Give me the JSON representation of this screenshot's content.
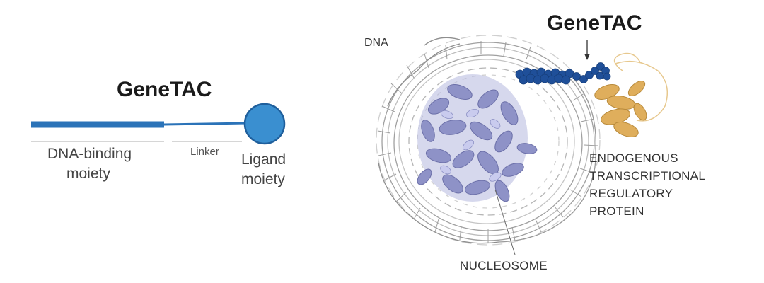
{
  "left_panel": {
    "title": "GeneTAC",
    "dna_binding_line1": "DNA-binding",
    "dna_binding_line2": "moiety",
    "linker": "Linker",
    "ligand_line1": "Ligand",
    "ligand_line2": "moiety"
  },
  "right_panel": {
    "title": "GeneTAC",
    "dna": "DNA",
    "protein_line1": "ENDOGENOUS",
    "protein_line2": "TRANSCRIPTIONAL",
    "protein_line3": "REGULATORY",
    "protein_line4": "PROTEIN",
    "nucleosome": "NUCLEOSOME"
  },
  "colors": {
    "molecule_blue": "#2b73b8",
    "ligand_fill": "#3a8fd0",
    "histone_lavender": "#9b9fd0",
    "protein_tan": "#e0b469",
    "dna_gray": "#9a9a9a",
    "genetac_beads": "#1f4f99"
  }
}
